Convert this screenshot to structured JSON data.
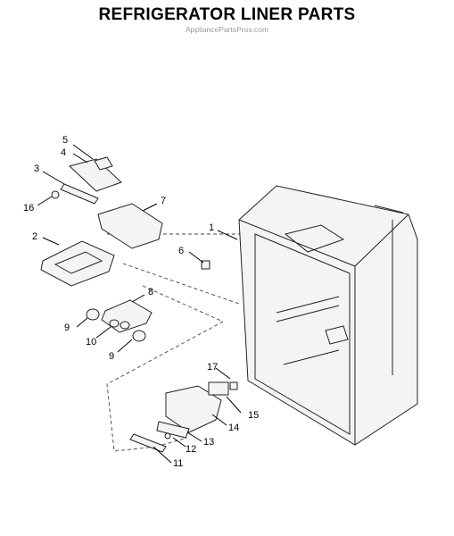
{
  "title": "REFRIGERATOR LINER PARTS",
  "watermark": "AppliancePartsPros.com",
  "callouts": [
    "1",
    "2",
    "3",
    "4",
    "5",
    "6",
    "7",
    "8",
    "9",
    "9",
    "10",
    "11",
    "12",
    "13",
    "14",
    "15",
    "16",
    "17"
  ],
  "colors": {
    "ink": "#222222",
    "watermark": "#9a9a9a"
  }
}
